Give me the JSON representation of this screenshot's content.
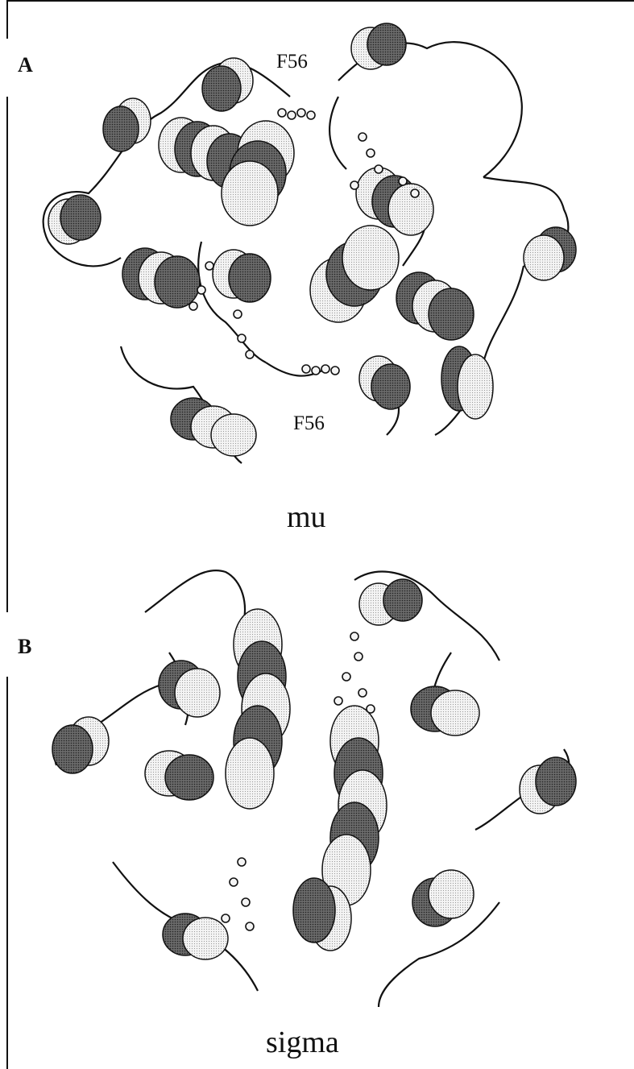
{
  "panel_a": {
    "letter": "A",
    "residue_label_top": "F56",
    "residue_label_bottom": "F56",
    "caption": "mu"
  },
  "panel_b": {
    "letter": "B",
    "caption": "sigma"
  },
  "colors": {
    "ink": "#111111",
    "light_ribbon": "#f2f2f2",
    "dark_ribbon": "#5a5a5a",
    "mid_ribbon": "#a8a8a8"
  }
}
